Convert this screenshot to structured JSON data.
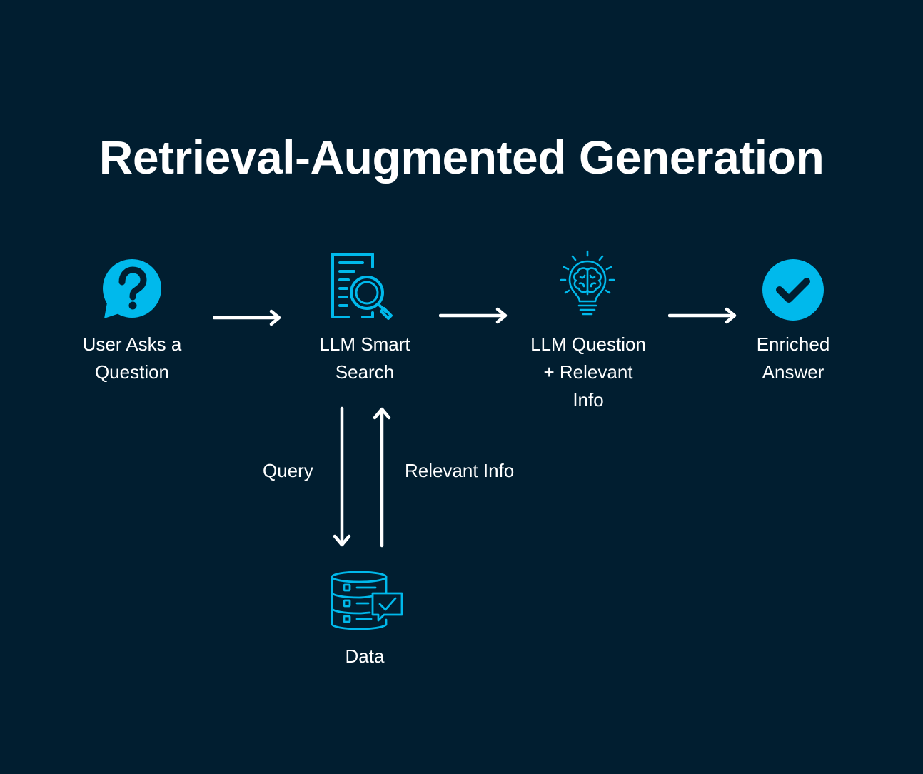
{
  "diagram": {
    "title": "Retrieval-Augmented Generation",
    "nodes": [
      {
        "id": "user",
        "icon": "question-bubble-icon",
        "line1": "User Asks a",
        "line2": "Question",
        "line3": ""
      },
      {
        "id": "search",
        "icon": "document-search-icon",
        "line1": "LLM Smart",
        "line2": "Search",
        "line3": ""
      },
      {
        "id": "llm",
        "icon": "brain-lightbulb-icon",
        "line1": "LLM Question",
        "line2": "+ Relevant",
        "line3": "Info"
      },
      {
        "id": "answer",
        "icon": "check-circle-icon",
        "line1": "Enriched",
        "line2": "Answer",
        "line3": ""
      },
      {
        "id": "data",
        "icon": "database-check-icon",
        "line1": "Data",
        "line2": "",
        "line3": ""
      }
    ],
    "edge_labels": {
      "query": "Query",
      "relevant_info": "Relevant Info"
    },
    "colors": {
      "background": "#011e30",
      "accent": "#00b9ec",
      "text": "#ffffff"
    }
  }
}
